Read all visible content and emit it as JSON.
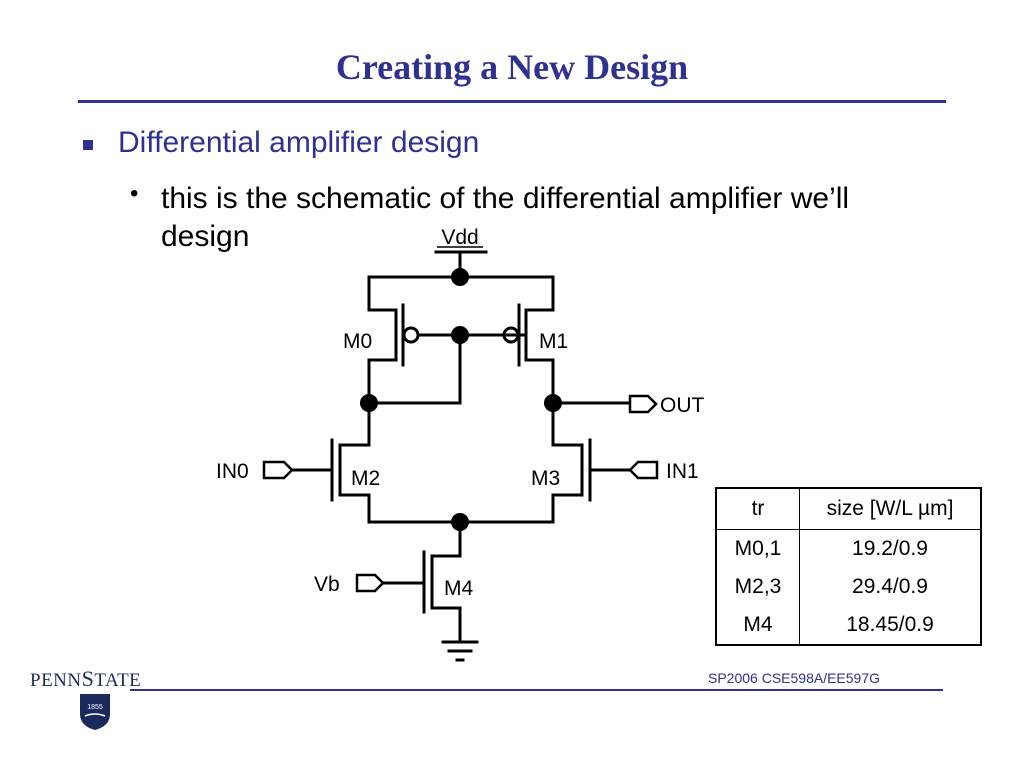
{
  "slide": {
    "title": "Creating a New Design",
    "bullet1": "Differential amplifier design",
    "bullet2_line1": "this is the schematic of the differential amplifier we’ll",
    "bullet2_line2": "design",
    "bullet2_marker": "•"
  },
  "schematic": {
    "vdd": "Vdd",
    "m0": "M0",
    "m1": "M1",
    "m2": "M2",
    "m3": "M3",
    "m4": "M4",
    "in0": "IN0",
    "in1": "IN1",
    "out": "OUT",
    "vb": "Vb"
  },
  "table": {
    "headers": [
      "tr",
      "size [W/L µm]"
    ],
    "rows": [
      [
        "M0,1",
        "19.2/0.9"
      ],
      [
        "M2,3",
        "29.4/0.9"
      ],
      [
        "M4",
        "18.45/0.9"
      ]
    ]
  },
  "footer": {
    "course": "SP2006 CSE598A/EE597G",
    "logo_penn": "PENN",
    "logo_s": "S",
    "logo_tate": "TATE",
    "shield_year": "1855"
  },
  "colors": {
    "accent": "#2e3192",
    "text": "#000000"
  }
}
